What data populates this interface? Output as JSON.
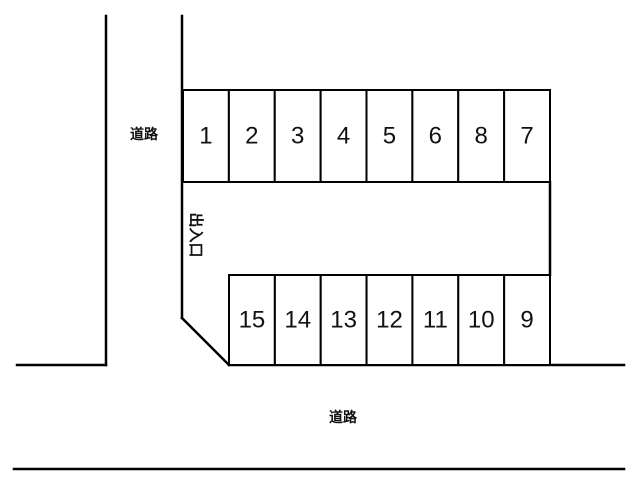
{
  "labels": {
    "road_west": "道路",
    "road_south": "道路",
    "entrance": "出入口"
  },
  "spaces": {
    "top_row": [
      "1",
      "2",
      "3",
      "4",
      "5",
      "6",
      "8",
      "7"
    ],
    "bottom_row": [
      "15",
      "14",
      "13",
      "12",
      "11",
      "10",
      "9"
    ]
  },
  "colors": {
    "line": "#000000",
    "background": "#ffffff"
  }
}
